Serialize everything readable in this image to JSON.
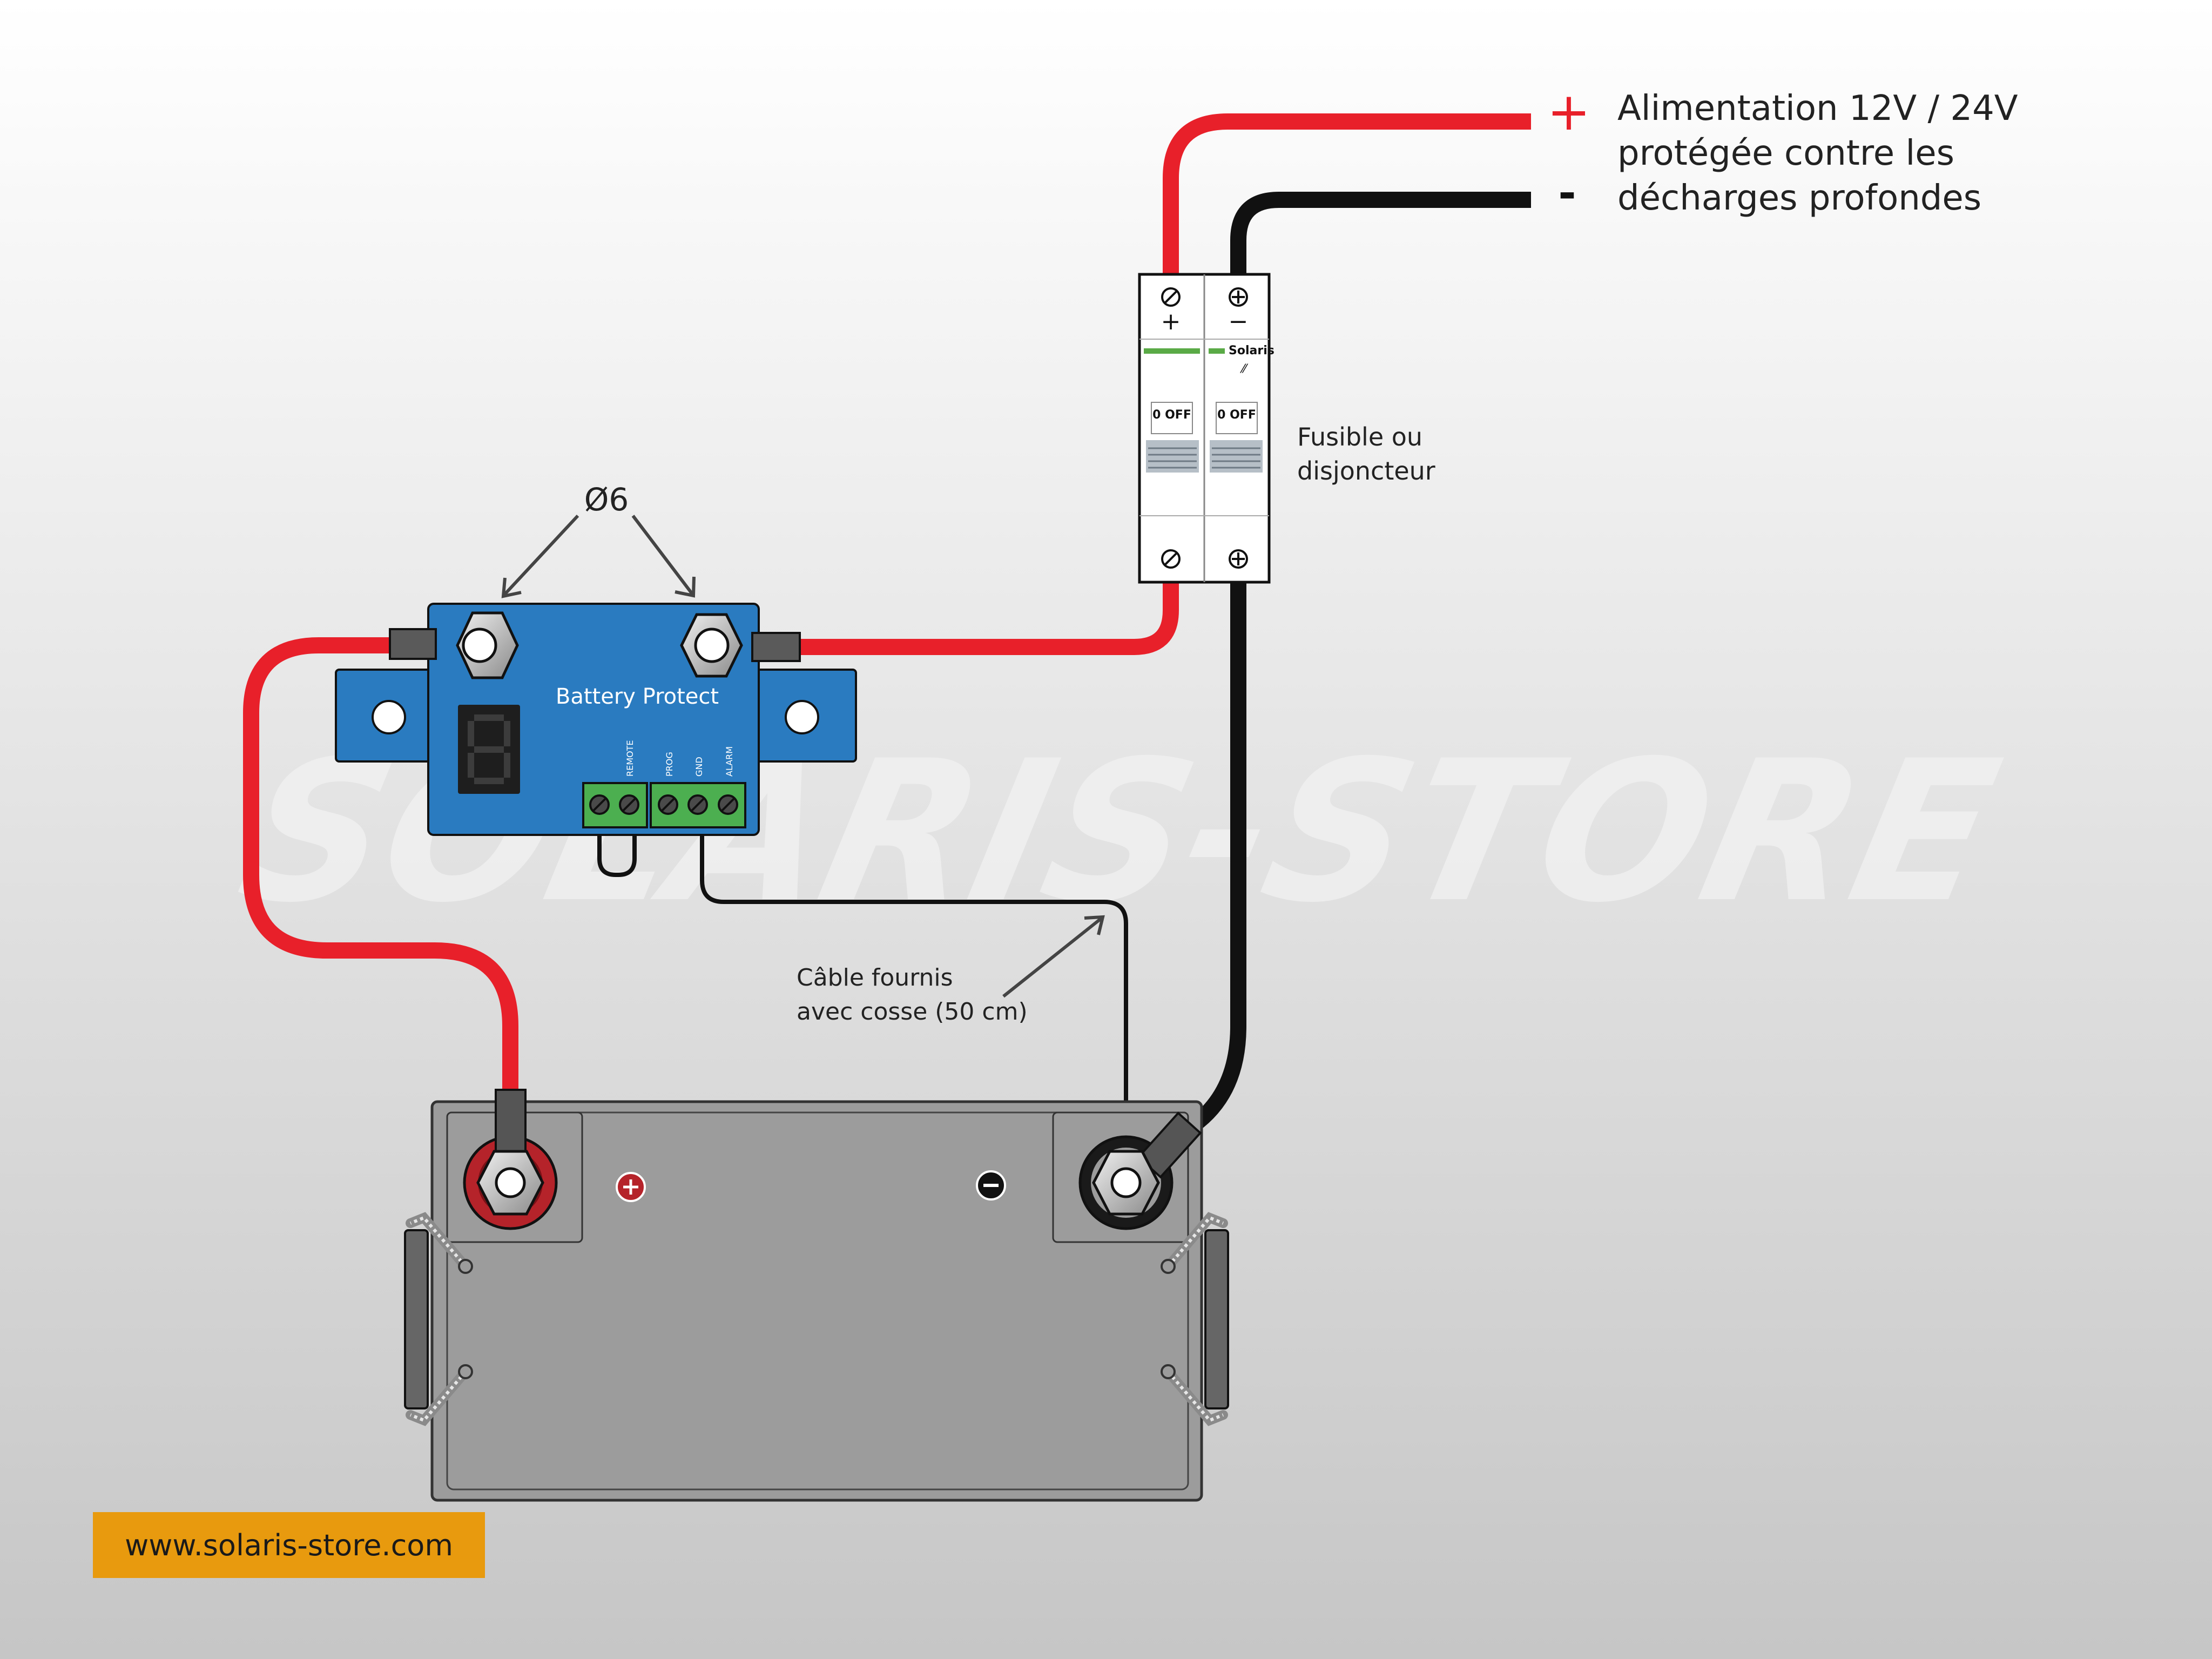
{
  "power_label": {
    "plus": "+",
    "minus": "-",
    "line1": "Alimentation 12V / 24V",
    "line2": "protégée contre les",
    "line3": "décharges profondes"
  },
  "breaker": {
    "label_line1": "Fusible ou",
    "label_line2": "disjoncteur",
    "brand": "Solaris",
    "pole_plus": "+",
    "pole_minus": "−",
    "switch_left": "0 OFF",
    "switch_right": "0 OFF"
  },
  "battery_protect": {
    "name": "Battery Protect",
    "terminals": [
      "REMOTE",
      "PROG",
      "GND",
      "ALARM"
    ]
  },
  "bolt_label": "Ø6",
  "cable_label": {
    "line1": "Câble fournis",
    "line2": "avec cosse (50 cm)"
  },
  "watermark": "SOLARIS-STORE",
  "website": "www.solaris-store.com",
  "colors": {
    "positive_wire": "#e8202a",
    "negative_wire": "#111111",
    "device_blue": "#2a7bc0",
    "terminal_green": "#4caf50",
    "badge": "#e89a0e"
  }
}
